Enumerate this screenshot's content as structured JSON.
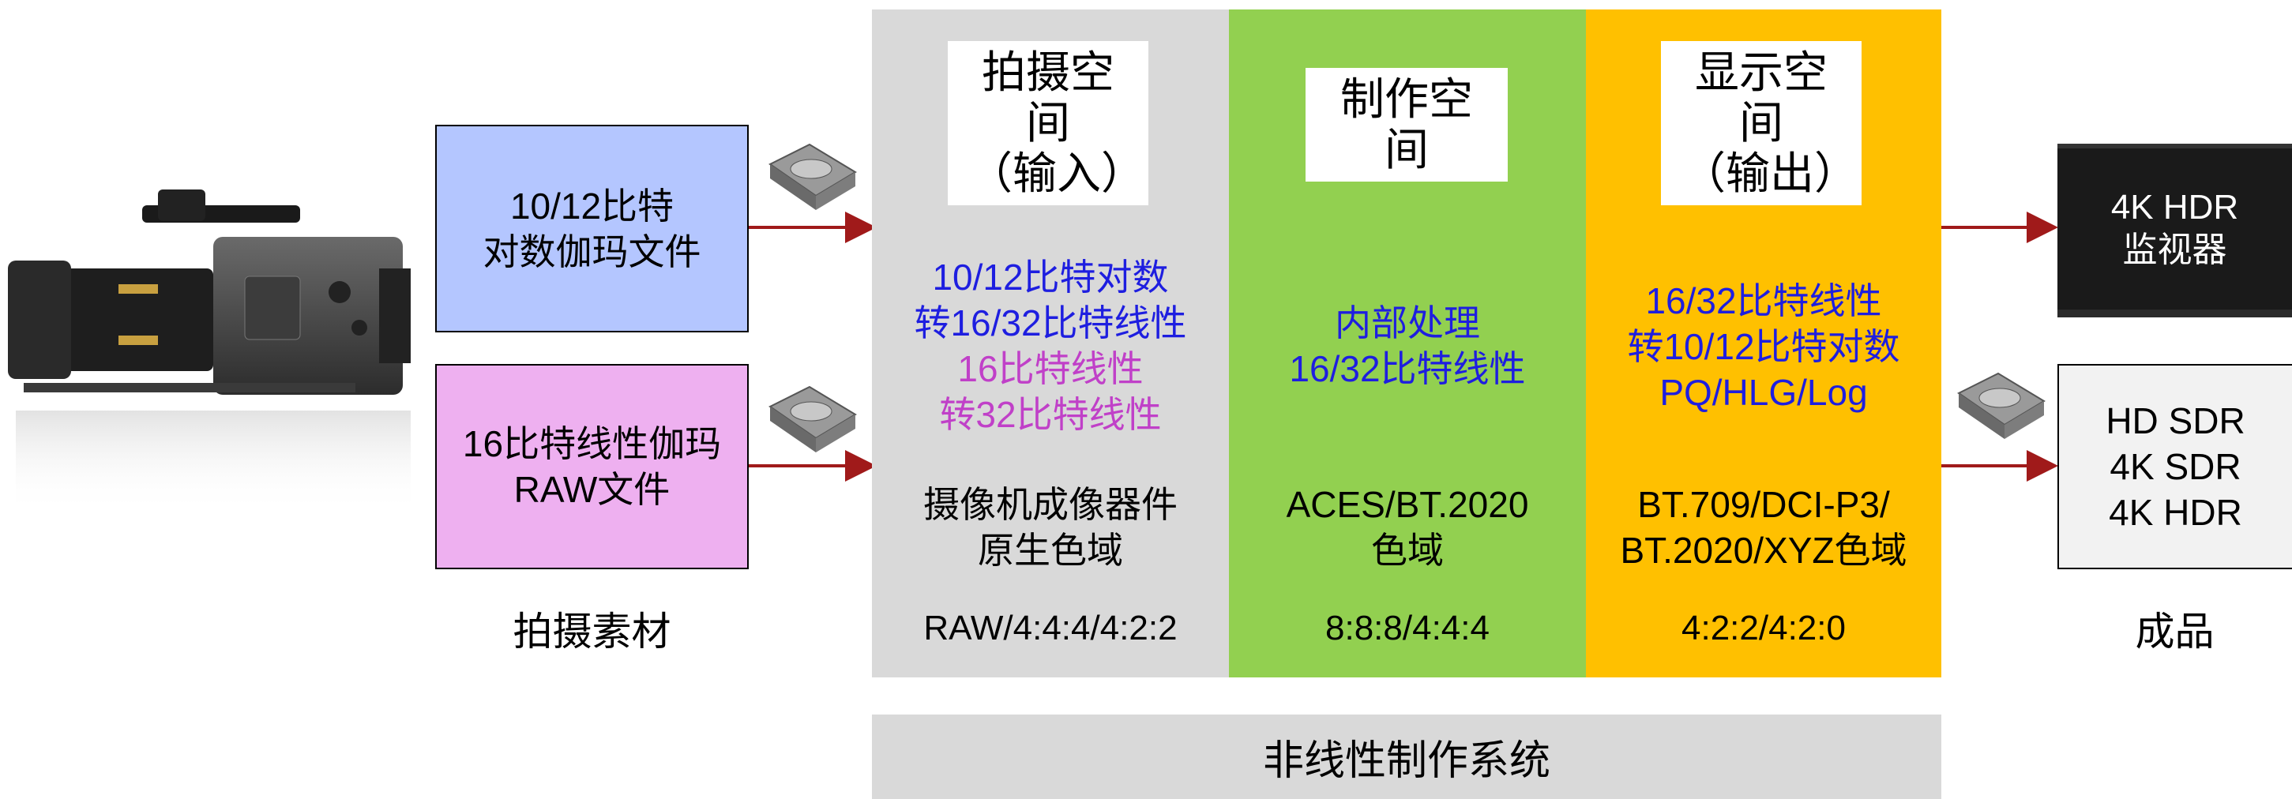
{
  "sources": {
    "log_file": [
      "10/12比特",
      "对数伽玛文件"
    ],
    "raw_file": [
      "16比特线性伽玛",
      "RAW文件"
    ],
    "caption": "拍摄素材"
  },
  "columns": {
    "capture": {
      "title": [
        "拍摄空间",
        "（输入）"
      ],
      "process_blue": [
        "10/12比特对数",
        "转16/32比特线性"
      ],
      "process_magenta": [
        "16比特线性",
        "转32比特线性"
      ],
      "gamut": [
        "摄像机成像器件",
        "原生色域"
      ],
      "sampling": "RAW/4:4:4/4:2:2"
    },
    "working": {
      "title": "制作空间",
      "process_blue": [
        "内部处理",
        "16/32比特线性"
      ],
      "gamut": [
        "ACES/BT.2020",
        "色域"
      ],
      "sampling": "8:8:8/4:4:4"
    },
    "display": {
      "title": [
        "显示空间",
        "（输出）"
      ],
      "process_blue": [
        "16/32比特线性",
        "转10/12比特对数",
        "PQ/HLG/Log"
      ],
      "gamut": [
        "BT.709/DCI-P3/",
        "BT.2020/XYZ色域"
      ],
      "sampling": "4:2:2/4:2:0"
    }
  },
  "outputs": {
    "monitor": [
      "4K HDR",
      "监视器"
    ],
    "products": [
      "HD SDR",
      "4K SDR",
      "4K HDR"
    ],
    "caption": "成品"
  },
  "footer": "非线性制作系统",
  "colors": {
    "blue_box": "#b4c6ff",
    "pink_box": "#eeb0f0",
    "capture_bg": "#d9d9d9",
    "working_bg": "#92d050",
    "display_bg": "#ffc000",
    "arrow": "#a01a1a",
    "blue_text": "#1e1ee0",
    "magenta_text": "#c040c8"
  }
}
